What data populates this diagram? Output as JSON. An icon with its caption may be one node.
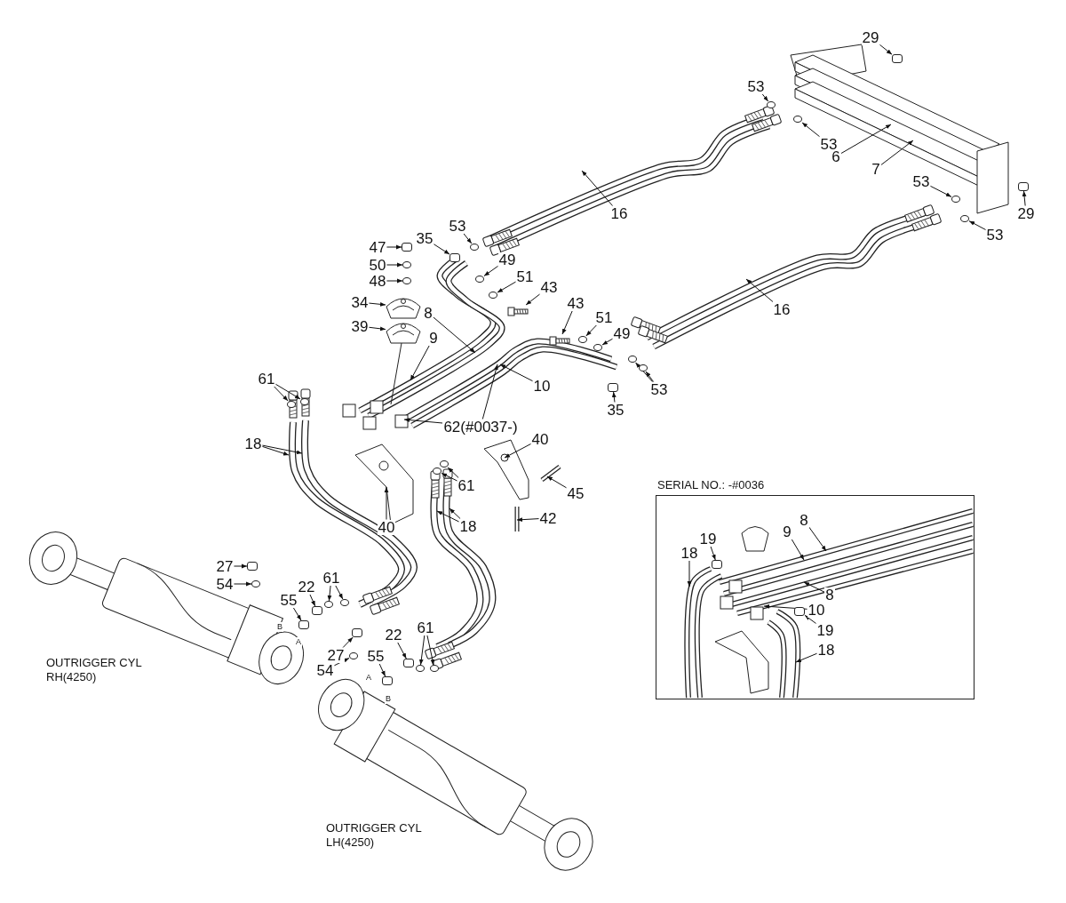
{
  "diagram": {
    "nodes": [
      {
        "text": [
          "29"
        ]
      },
      {
        "text": [
          "53"
        ]
      },
      {
        "text": [
          "53"
        ]
      },
      {
        "text": [
          "6"
        ]
      },
      {
        "text": [
          "7"
        ]
      },
      {
        "text": [
          "53"
        ]
      },
      {
        "text": [
          "29"
        ]
      },
      {
        "text": [
          "53"
        ]
      },
      {
        "text": [
          "16"
        ]
      },
      {
        "text": [
          "16"
        ]
      },
      {
        "text": [
          "53"
        ]
      },
      {
        "text": [
          "35"
        ]
      },
      {
        "text": [
          "47"
        ]
      },
      {
        "text": [
          "50"
        ]
      },
      {
        "text": [
          "48"
        ]
      },
      {
        "text": [
          "49"
        ]
      },
      {
        "text": [
          "51"
        ]
      },
      {
        "text": [
          "43"
        ]
      },
      {
        "text": [
          "34"
        ]
      },
      {
        "text": [
          "8"
        ]
      },
      {
        "text": [
          "43"
        ]
      },
      {
        "text": [
          "39"
        ]
      },
      {
        "text": [
          "9"
        ]
      },
      {
        "text": [
          "51"
        ]
      },
      {
        "text": [
          "49"
        ]
      },
      {
        "text": [
          "10"
        ]
      },
      {
        "text": [
          "53"
        ]
      },
      {
        "text": [
          "35"
        ]
      },
      {
        "text": [
          "61"
        ]
      },
      {
        "text": [
          "62(#0037-)"
        ]
      },
      {
        "text": [
          "40"
        ]
      },
      {
        "text": [
          "18"
        ]
      },
      {
        "text": [
          "61"
        ]
      },
      {
        "text": [
          "45"
        ]
      },
      {
        "text": [
          "40"
        ]
      },
      {
        "text": [
          "18"
        ]
      },
      {
        "text": [
          "42"
        ]
      },
      {
        "text": [
          "27"
        ]
      },
      {
        "text": [
          "54"
        ]
      },
      {
        "text": [
          "55"
        ]
      },
      {
        "text": [
          "22"
        ]
      },
      {
        "text": [
          "61"
        ]
      },
      {
        "text": [
          "27"
        ]
      },
      {
        "text": [
          "54"
        ]
      },
      {
        "text": [
          "55"
        ]
      },
      {
        "text": [
          "22"
        ]
      },
      {
        "text": [
          "61"
        ]
      },
      {
        "text": [
          "SERIAL NO.: -#0036"
        ]
      },
      {
        "text": [
          "8"
        ],
        "in": 47
      },
      {
        "text": [
          "19"
        ],
        "in": 47
      },
      {
        "text": [
          "9"
        ],
        "in": 47
      },
      {
        "text": [
          "18"
        ],
        "in": 47
      },
      {
        "text": [
          "8"
        ],
        "in": 47
      },
      {
        "text": [
          "10"
        ],
        "in": 47
      },
      {
        "text": [
          "19"
        ],
        "in": 47
      },
      {
        "text": [
          "18"
        ],
        "in": 47
      },
      {
        "text": [],
        "shape": "box"
      },
      {
        "text": [],
        "shape": "circle"
      },
      {
        "text": [],
        "shape": "circle"
      },
      {
        "text": [],
        "shape": "circle"
      },
      {
        "text": [],
        "shape": "box"
      },
      {
        "text": [],
        "shape": "circle"
      },
      {
        "text": [],
        "shape": "circle"
      },
      {
        "text": [],
        "shape": "box"
      },
      {
        "text": [],
        "shape": "box"
      },
      {
        "text": [],
        "shape": "circle"
      },
      {
        "text": [],
        "shape": "circle"
      },
      {
        "text": [],
        "shape": "circle"
      },
      {
        "text": [],
        "shape": "circle"
      },
      {
        "text": [],
        "shape": "picture"
      },
      {
        "text": [],
        "shape": "picture"
      },
      {
        "text": [],
        "shape": "circle"
      },
      {
        "text": [],
        "shape": "circle"
      },
      {
        "text": [],
        "shape": "circle"
      },
      {
        "text": [],
        "shape": "circle"
      },
      {
        "text": [],
        "shape": "box"
      },
      {
        "text": [],
        "shape": "circle"
      },
      {
        "text": [],
        "shape": "circle"
      },
      {
        "text": [],
        "shape": "circle"
      },
      {
        "text": [],
        "shape": "circle"
      },
      {
        "text": [],
        "shape": "box"
      },
      {
        "text": [],
        "shape": "circle"
      },
      {
        "text": [],
        "shape": "box"
      },
      {
        "text": [],
        "shape": "box"
      },
      {
        "text": [],
        "shape": "circle"
      },
      {
        "text": [],
        "shape": "circle"
      },
      {
        "text": [],
        "shape": "box"
      },
      {
        "text": [],
        "shape": "circle"
      },
      {
        "text": [],
        "shape": "box"
      },
      {
        "text": [],
        "shape": "box"
      },
      {
        "text": [],
        "shape": "circle"
      },
      {
        "text": [],
        "shape": "circle"
      },
      {
        "text": [],
        "shape": "box",
        "in": 47
      },
      {
        "text": [],
        "shape": "box",
        "in": 47
      },
      {
        "text": [],
        "shape": "picture"
      },
      {
        "text": [],
        "shape": "picture"
      }
    ],
    "edges": [
      {
        "from": 0,
        "to": 56,
        "arrow": "to"
      },
      {
        "from": 1,
        "to": 57,
        "arrow": "to"
      },
      {
        "from": 2,
        "to": 58,
        "arrow": "to"
      },
      {
        "from": 3,
        "to": null,
        "arrow": "to"
      },
      {
        "from": 4,
        "to": null,
        "arrow": "to"
      },
      {
        "from": 5,
        "to": 59,
        "arrow": "to"
      },
      {
        "from": 6,
        "to": 60,
        "arrow": "to"
      },
      {
        "from": 7,
        "to": 61,
        "arrow": "to"
      },
      {
        "from": 8,
        "to": null,
        "arrow": "to"
      },
      {
        "from": 9,
        "to": null,
        "arrow": "to"
      },
      {
        "from": 10,
        "to": 62,
        "arrow": "to"
      },
      {
        "from": 11,
        "to": 63,
        "arrow": "to"
      },
      {
        "from": 12,
        "to": 64,
        "arrow": "to"
      },
      {
        "from": 13,
        "to": 65,
        "arrow": "to"
      },
      {
        "from": 14,
        "to": 66,
        "arrow": "to"
      },
      {
        "from": 15,
        "to": 67,
        "arrow": "to"
      },
      {
        "from": 16,
        "to": 68,
        "arrow": "to"
      },
      {
        "from": 17,
        "to": 94,
        "arrow": "to"
      },
      {
        "from": 18,
        "to": 69,
        "arrow": "to"
      },
      {
        "from": 19,
        "to": null,
        "arrow": "to"
      },
      {
        "from": 20,
        "to": 95,
        "arrow": "to"
      },
      {
        "from": 21,
        "to": 70,
        "arrow": "to"
      },
      {
        "from": 22,
        "to": null,
        "arrow": "to"
      },
      {
        "from": 23,
        "to": 71,
        "arrow": "to"
      },
      {
        "from": 24,
        "to": 72,
        "arrow": "to"
      },
      {
        "from": 25,
        "to": null,
        "arrow": "to"
      },
      {
        "from": 26,
        "to": 73,
        "arrow": "to"
      },
      {
        "from": 26,
        "to": 74,
        "arrow": "to"
      },
      {
        "from": 27,
        "to": 75,
        "arrow": "to"
      },
      {
        "from": 28,
        "to": 76,
        "arrow": "to"
      },
      {
        "from": 28,
        "to": 77,
        "arrow": "to"
      },
      {
        "from": 29,
        "to": null,
        "arrow": "to"
      },
      {
        "from": 29,
        "to": null,
        "arrow": "to"
      },
      {
        "from": 30,
        "to": null,
        "arrow": "to"
      },
      {
        "from": 31,
        "to": null,
        "arrow": "to"
      },
      {
        "from": 31,
        "to": null,
        "arrow": "to"
      },
      {
        "from": 32,
        "to": 78,
        "arrow": "to"
      },
      {
        "from": 32,
        "to": 79,
        "arrow": "to"
      },
      {
        "from": 33,
        "to": null,
        "arrow": "to"
      },
      {
        "from": 34,
        "to": null,
        "arrow": "to"
      },
      {
        "from": 35,
        "to": null,
        "arrow": "to"
      },
      {
        "from": 35,
        "to": null,
        "arrow": "to"
      },
      {
        "from": 36,
        "to": null,
        "arrow": "to"
      },
      {
        "from": 37,
        "to": 80,
        "arrow": "to"
      },
      {
        "from": 38,
        "to": 81,
        "arrow": "to"
      },
      {
        "from": 39,
        "to": 82,
        "arrow": "to"
      },
      {
        "from": 40,
        "to": 83,
        "arrow": "to"
      },
      {
        "from": 41,
        "to": 84,
        "arrow": "to"
      },
      {
        "from": 41,
        "to": 85,
        "arrow": "to"
      },
      {
        "from": 42,
        "to": 86,
        "arrow": "to"
      },
      {
        "from": 43,
        "to": 87,
        "arrow": "to"
      },
      {
        "from": 44,
        "to": 88,
        "arrow": "to"
      },
      {
        "from": 45,
        "to": 89,
        "arrow": "to"
      },
      {
        "from": 46,
        "to": 90,
        "arrow": "to"
      },
      {
        "from": 46,
        "to": 91,
        "arrow": "to"
      },
      {
        "from": 48,
        "to": null,
        "arrow": "to"
      },
      {
        "from": 49,
        "to": 92,
        "arrow": "to"
      },
      {
        "from": 50,
        "to": null,
        "arrow": "to"
      },
      {
        "from": 51,
        "to": null,
        "arrow": "to"
      },
      {
        "from": 52,
        "to": null,
        "arrow": "to"
      },
      {
        "from": 53,
        "to": null,
        "arrow": "to"
      },
      {
        "from": 54,
        "to": 93,
        "arrow": "to"
      },
      {
        "from": 55,
        "to": null,
        "arrow": "to"
      }
    ],
    "labels": [
      "OUTRIGGER CYL RH(4250)",
      "B",
      "A",
      "OUTRIGGER CYL LH(4250)",
      "A",
      "B"
    ]
  }
}
